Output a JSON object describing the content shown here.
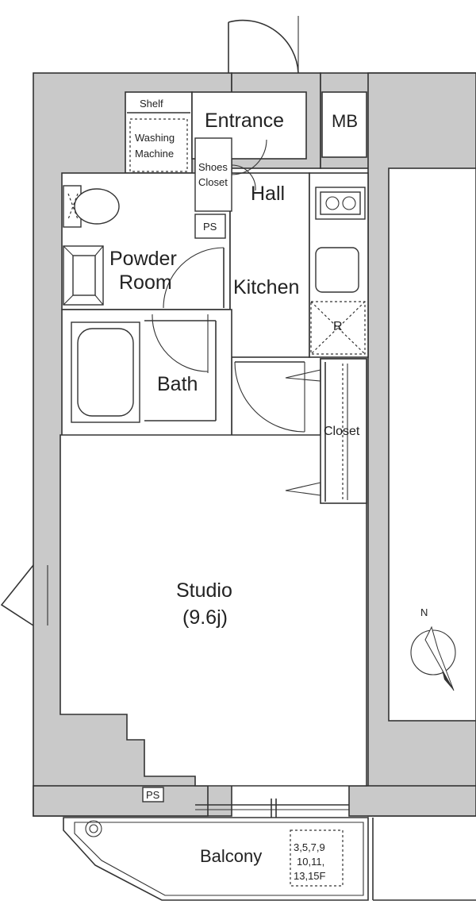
{
  "rooms": {
    "entrance": "Entrance",
    "mb": "MB",
    "shelf": "Shelf",
    "washing_machine_1": "Washing",
    "washing_machine_2": "Machine",
    "shoes_closet_1": "Shoes",
    "shoes_closet_2": "Closet",
    "hall": "Hall",
    "ps_upper": "PS",
    "powder_room_1": "Powder",
    "powder_room_2": "Room",
    "kitchen": "Kitchen",
    "refrigerator": "R",
    "bath": "Bath",
    "closet": "Closet",
    "studio": "Studio",
    "studio_size": "(9.6j)",
    "ps_lower": "PS",
    "balcony": "Balcony",
    "floor_numbers_1": "3,5,7,9",
    "floor_numbers_2": "10,11,",
    "floor_numbers_3": "13,15F"
  },
  "compass": {
    "north_label": "N"
  },
  "colors": {
    "wall": "#c9c9c9",
    "line": "#333333",
    "background": "#ffffff"
  }
}
